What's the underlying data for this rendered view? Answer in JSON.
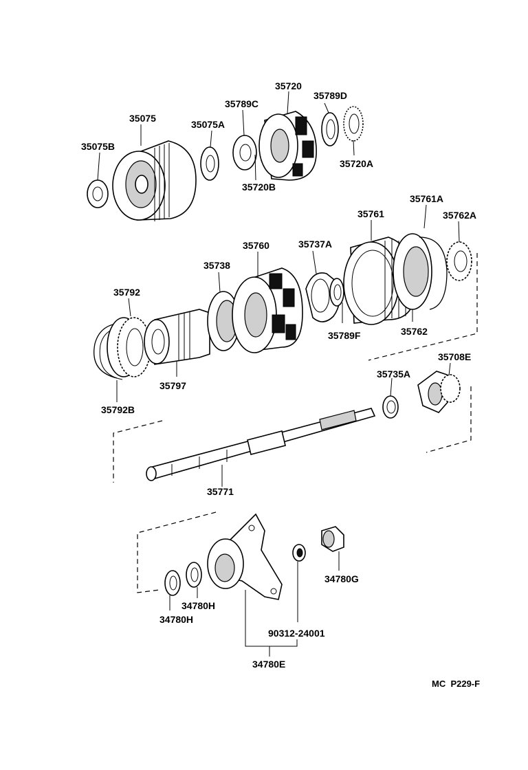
{
  "diagram": {
    "parts": [
      {
        "id": "p35720",
        "label": "35720"
      },
      {
        "id": "p35789D",
        "label": "35789D"
      },
      {
        "id": "p35789C",
        "label": "35789C"
      },
      {
        "id": "p35075",
        "label": "35075"
      },
      {
        "id": "p35075A",
        "label": "35075A"
      },
      {
        "id": "p35075B",
        "label": "35075B"
      },
      {
        "id": "p35720A",
        "label": "35720A"
      },
      {
        "id": "p35720B",
        "label": "35720B"
      },
      {
        "id": "p35761A",
        "label": "35761A"
      },
      {
        "id": "p35761",
        "label": "35761"
      },
      {
        "id": "p35762A",
        "label": "35762A"
      },
      {
        "id": "p35760",
        "label": "35760"
      },
      {
        "id": "p35737A",
        "label": "35737A"
      },
      {
        "id": "p35738",
        "label": "35738"
      },
      {
        "id": "p35792",
        "label": "35792"
      },
      {
        "id": "p35789F",
        "label": "35789F"
      },
      {
        "id": "p35762",
        "label": "35762"
      },
      {
        "id": "p35797",
        "label": "35797"
      },
      {
        "id": "p35708E",
        "label": "35708E"
      },
      {
        "id": "p35735A",
        "label": "35735A"
      },
      {
        "id": "p35792B",
        "label": "35792B"
      },
      {
        "id": "p35771",
        "label": "35771"
      },
      {
        "id": "p34780G",
        "label": "34780G"
      },
      {
        "id": "p34780H_a",
        "label": "34780H"
      },
      {
        "id": "p34780H_b",
        "label": "34780H"
      },
      {
        "id": "p90312",
        "label": "90312-24001"
      },
      {
        "id": "p34780E",
        "label": "34780E"
      }
    ],
    "reference": "MC  P229-F"
  }
}
